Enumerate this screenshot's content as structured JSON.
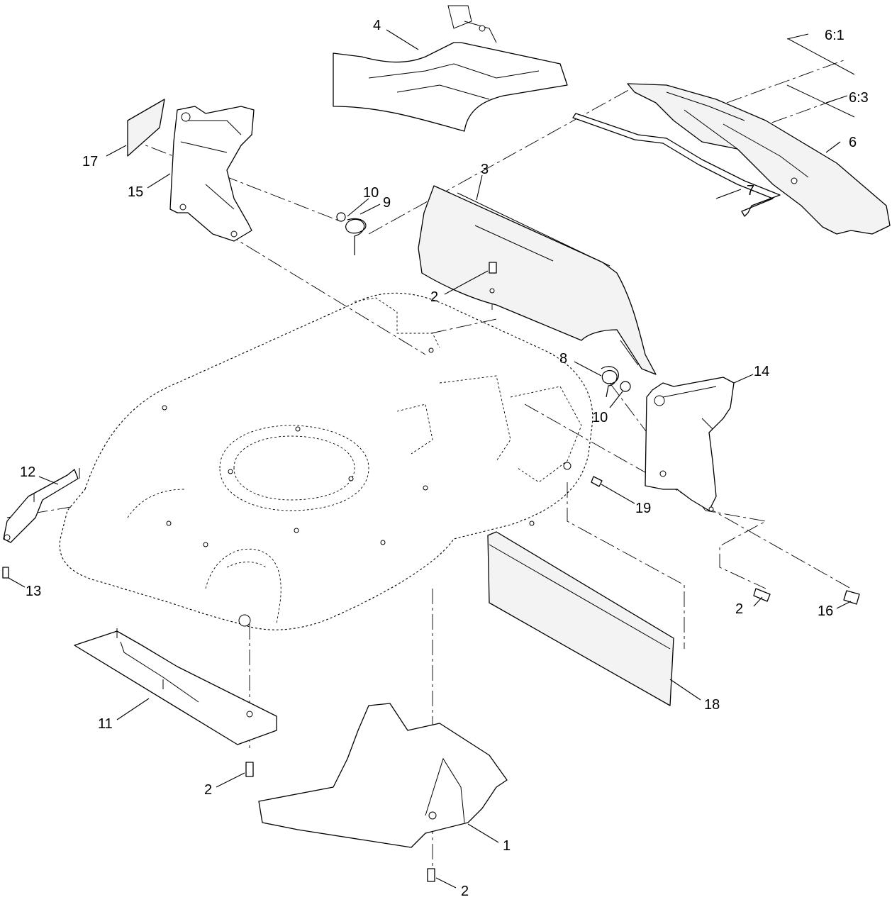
{
  "callouts": {
    "c1": "1",
    "c2a": "2",
    "c2b": "2",
    "c2c": "2",
    "c2d": "2",
    "c3": "3",
    "c4": "4",
    "c6": "6",
    "c6_1": "6:1",
    "c6_3": "6:3",
    "c7": "7",
    "c8": "8",
    "c9": "9",
    "c10a": "10",
    "c10b": "10",
    "c11": "11",
    "c12": "12",
    "c13": "13",
    "c14": "14",
    "c15": "15",
    "c16": "16",
    "c17": "17",
    "c18": "18",
    "c19": "19"
  }
}
